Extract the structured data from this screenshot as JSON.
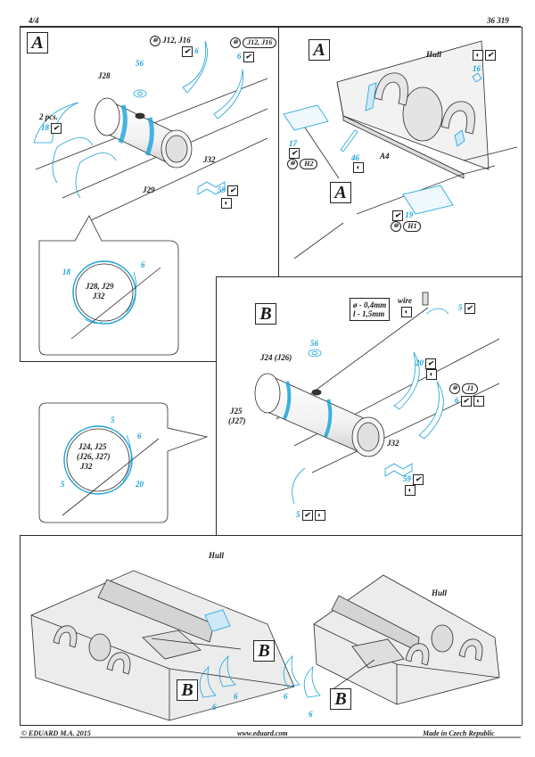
{
  "header": {
    "page": "4/4",
    "kit": "36 319"
  },
  "footer": {
    "copyright": "© EDUARD  M.A. 2015",
    "website": "www.eduard.com",
    "made_in": "Made in Czech Republic"
  },
  "sections": {
    "a": "A",
    "b": "B"
  },
  "panel_a": {
    "j28": "J28",
    "j29": "J29",
    "j32": "J32",
    "two_pcs": "2 pcs.",
    "p18": "18",
    "p56": "56",
    "p6": "6",
    "p59": "59",
    "ref1": "J12, J16",
    "ref2": "J12, J16",
    "detail": {
      "p18": "18",
      "p6": "6",
      "text1": "J28, J29",
      "text2": "J32"
    }
  },
  "panel_hull": {
    "hull": "Hull",
    "p16": "16",
    "p17": "17",
    "h2": "H2",
    "p46": "46",
    "a4": "A4",
    "p19": "19",
    "h1": "H1"
  },
  "panel_b": {
    "j24": "J24 (J26)",
    "j25a": "J25",
    "j25b": "(J27)",
    "j32": "J32",
    "p56": "56",
    "p20": "20",
    "p5a": "5",
    "p5b": "5",
    "p6": "6",
    "p59": "59",
    "j1": "J1",
    "wire": {
      "label": "wire",
      "dia": "ø - 0,4mm",
      "len": "l - 1,5mm"
    },
    "detail": {
      "p5a": "5",
      "p5b": "5",
      "p6": "6",
      "p20": "20",
      "t1": "J24, J25",
      "t2": "(J26, J27)",
      "t3": "J32"
    }
  },
  "bottom": {
    "hull1": "Hull",
    "hull2": "Hull",
    "b1": "B",
    "b2": "B",
    "b3": "B",
    "p6a": "6",
    "p6b": "6",
    "p6c": "6",
    "p6d": "6"
  },
  "colors": {
    "accent": "#1aa3d9",
    "line": "#2b2b2b",
    "hull_fill": "#e9e9e9"
  }
}
